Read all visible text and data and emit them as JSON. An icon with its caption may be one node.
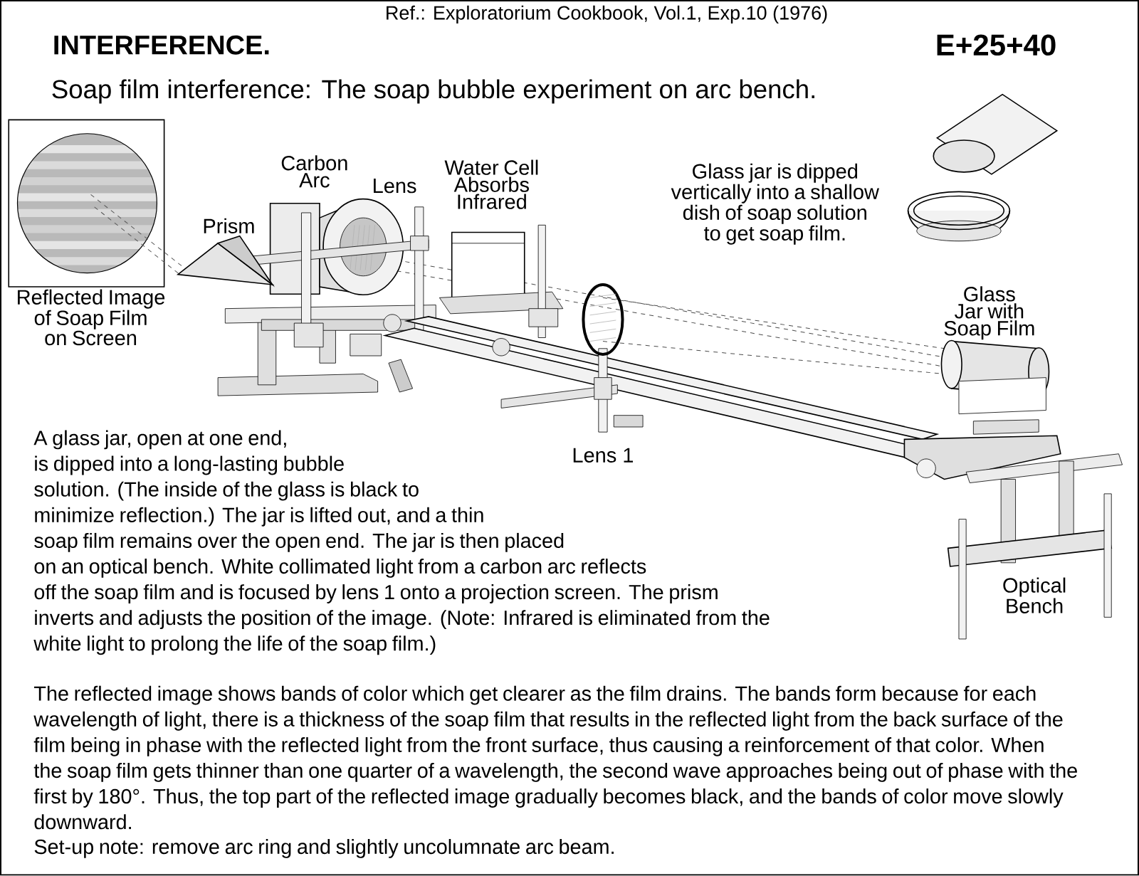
{
  "diagram": {
    "title": "INTERFERENCE.",
    "labels": [
      "Ref.: Exploratorium Cookbook, Vol.1, Exp.10 (1976)",
      "E+25+40",
      "Soap film interference: The soap bubble experiment on arc bench.",
      "Carbon Arc",
      "Lens",
      "Water Cell Absorbs Infrared",
      "Glass jar is dipped vertically into a shallow dish of soap solution to get soap film.",
      "Prism",
      "Reflected Image of Soap Film on Screen",
      "Glass Jar with Soap Film",
      "Lens 1",
      "Optical Bench",
      "A glass jar, open at one end, is dipped into a long-lasting bubble solution. (The inside of the glass is black to minimize reflection.) The jar is lifted out, and a thin soap film remains over the open end. The jar is then placed on an optical bench. White collimated light from a carbon arc reflects off the soap film and is focused by lens 1 onto a projection screen. The prism inverts and adjusts the position of the image. (Note: Infrared is eliminated from the white light to prolong the life of the soap film.)",
      "The reflected image shows bands of color which get clearer as the film drains. The bands form because for each wavelength of light, there is a thickness of the soap film that results in the reflected light from the back surface of the film being in phase with the reflected light from the front surface, thus causing a reinforcement of that color. When the soap film gets thinner than one quarter of a wavelength, the second wave approaches being out of phase with the first by 180°. Thus, the top part of the reflected image gradually becomes black, and the bands of color move slowly downward.",
      "Set-up note: remove arc ring and slightly uncolumnate arc beam."
    ]
  }
}
